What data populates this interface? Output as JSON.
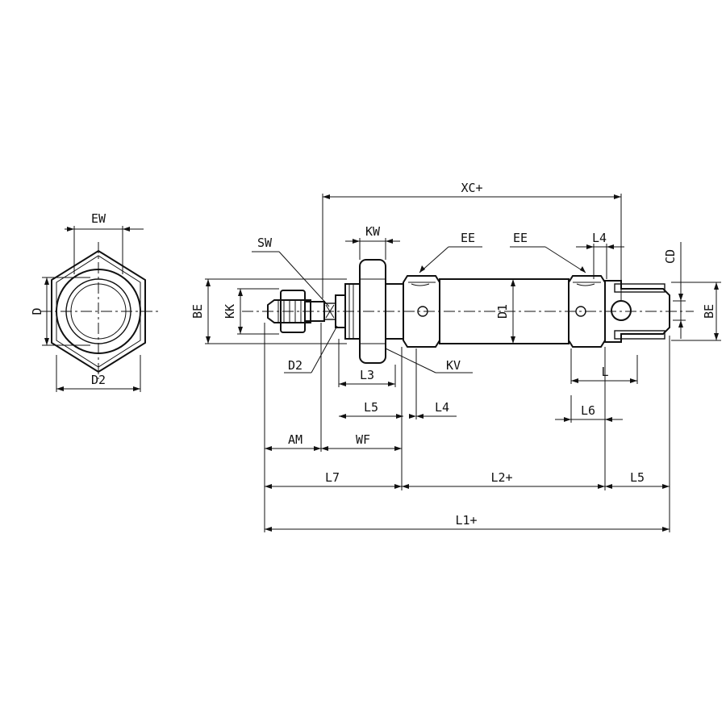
{
  "drawing": {
    "end_view_labels": {
      "ew": "EW",
      "d": "D",
      "d2": "D2"
    },
    "side_view_labels": {
      "xc": "XC+",
      "sw": "SW",
      "kw": "KW",
      "ee_front": "EE",
      "ee_rear": "EE",
      "l4_top": "L4",
      "cd": "CD",
      "be_left": "BE",
      "kk": "KK",
      "d1": "D1",
      "be_right": "BE",
      "d2": "D2",
      "l3": "L3",
      "kv": "KV",
      "l_rear": "L",
      "l5_front": "L5",
      "l4_bottom": "L4",
      "l6": "L6",
      "am": "AM",
      "wf": "WF",
      "l7": "L7",
      "l2": "L2+",
      "l5_rear": "L5",
      "l1": "L1+"
    }
  }
}
